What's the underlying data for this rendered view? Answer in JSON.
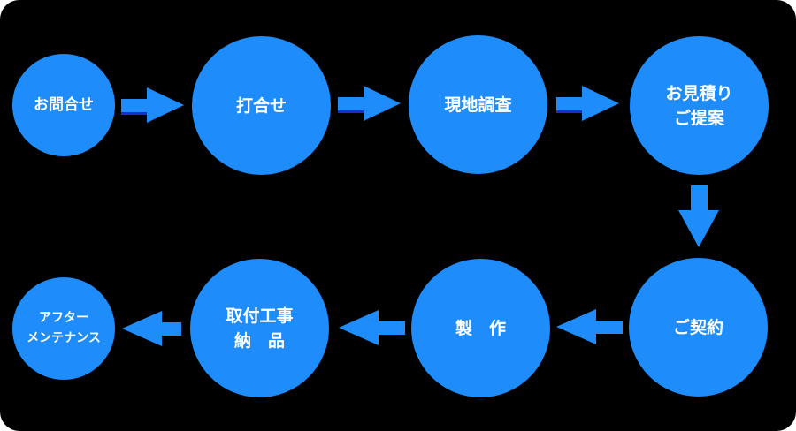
{
  "canvas": {
    "background": "#000000",
    "page_background": "#ffffff",
    "accent": "#1e8cfb",
    "text_color": "#ffffff",
    "arrow_shadow": "#1a2ed0"
  },
  "flow": {
    "steps": [
      {
        "name": "inquiry",
        "lines": [
          "お問合せ"
        ]
      },
      {
        "name": "meeting",
        "lines": [
          "打合せ"
        ]
      },
      {
        "name": "site-survey",
        "lines": [
          "現地調査"
        ]
      },
      {
        "name": "estimate-proposal",
        "lines": [
          "お見積り",
          "ご提案"
        ]
      },
      {
        "name": "contract",
        "lines": [
          "ご契約"
        ]
      },
      {
        "name": "production",
        "lines": [
          "製　作"
        ]
      },
      {
        "name": "installation-delivery",
        "lines": [
          "取付工事",
          "納　品"
        ]
      },
      {
        "name": "after-maintenance",
        "lines": [
          "アフター",
          "メンテナンス"
        ]
      }
    ],
    "arrows": [
      {
        "from": "inquiry",
        "to": "meeting",
        "direction": "right"
      },
      {
        "from": "meeting",
        "to": "site-survey",
        "direction": "right"
      },
      {
        "from": "site-survey",
        "to": "estimate-proposal",
        "direction": "right"
      },
      {
        "from": "estimate-proposal",
        "to": "contract",
        "direction": "down"
      },
      {
        "from": "contract",
        "to": "production",
        "direction": "left"
      },
      {
        "from": "production",
        "to": "installation-delivery",
        "direction": "left"
      },
      {
        "from": "installation-delivery",
        "to": "after-maintenance",
        "direction": "left"
      }
    ]
  }
}
